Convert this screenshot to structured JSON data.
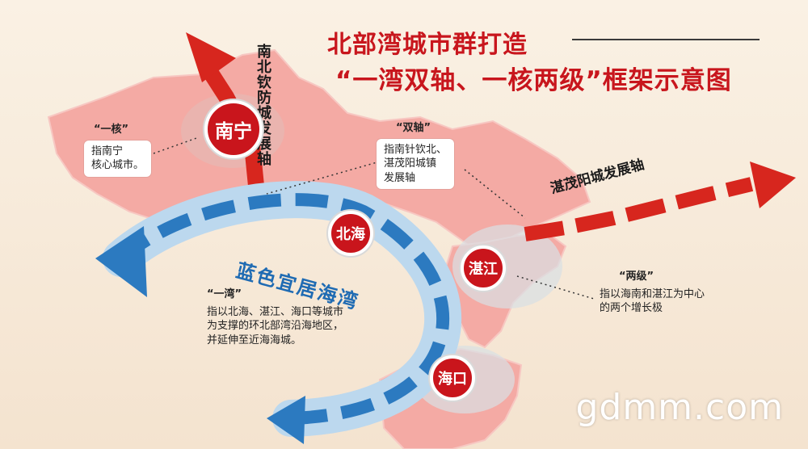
{
  "title": {
    "line1": "北部湾城市群打造",
    "line2": "“一湾双轴、一核两级”框架示意图"
  },
  "cities": {
    "nanning": "南宁",
    "beihai": "北海",
    "zhanjiang": "湛江",
    "haikou": "海口"
  },
  "axes": {
    "vertical": "南北钦防城发展轴",
    "horizontal": "湛茂阳城发展轴",
    "bay": "蓝色宜居海湾"
  },
  "callouts": {
    "core": {
      "head": "“一核”",
      "body": [
        "指南宁",
        "核心城市。"
      ]
    },
    "dual_axis": {
      "head": "“双轴”",
      "body": [
        "指南针钦北、",
        "湛茂阳城镇",
        "发展轴"
      ]
    },
    "bay": {
      "head": "“一湾”",
      "body": [
        "指以北海、湛江、海口等城市",
        "为支撑的环北部湾沿海地区，",
        "并延伸至近海海城。"
      ]
    },
    "two_poles": {
      "head": "“两级”",
      "body": [
        "指以海南和湛江为中心",
        "的两个增长极"
      ]
    }
  },
  "watermark": "gdmm.com",
  "colors": {
    "land": "#f3a8a3",
    "red": "#d7261e",
    "blue": "#2c7ac0",
    "bay_light": "#bcd8ee",
    "title": "#c8161d"
  }
}
